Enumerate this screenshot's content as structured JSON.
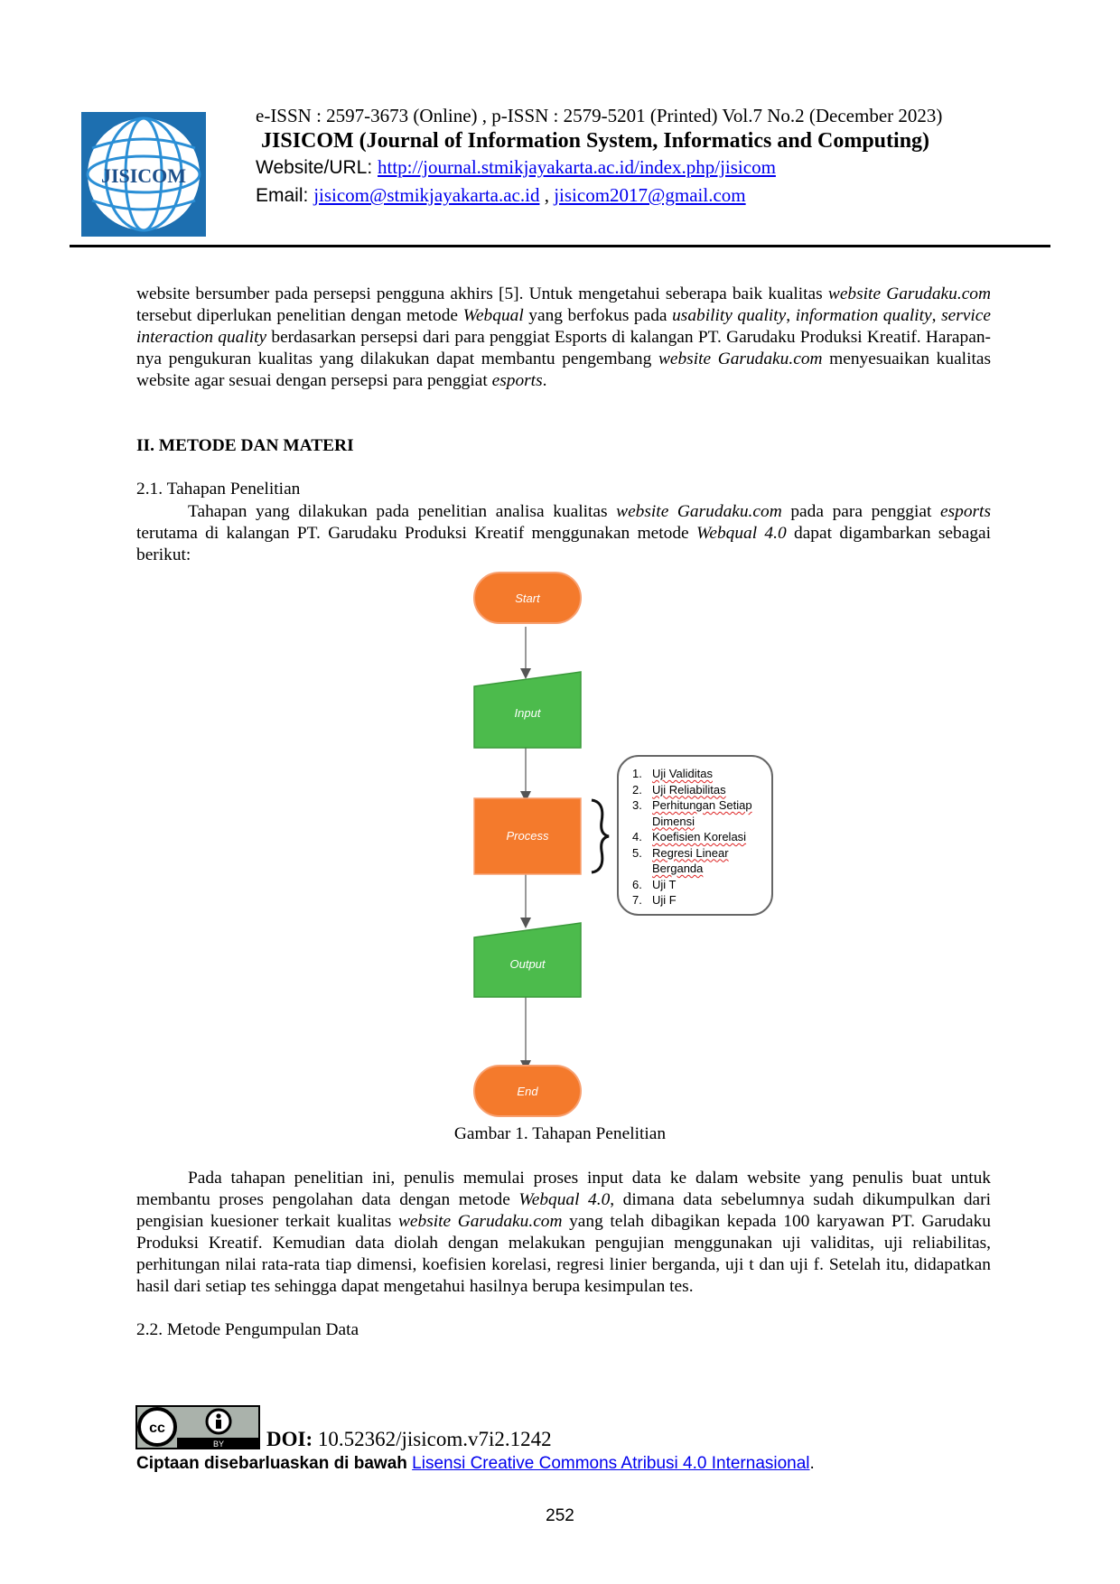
{
  "header": {
    "logo_text": "JISICOM",
    "issn_line": "e-ISSN : 2597-3673 (Online) , p-ISSN : 2579-5201 (Printed) Vol.7 No.2  (December 2023)",
    "journal_title": "JISICOM (Journal of Information System, Informatics and Computing)",
    "website_label": "Website/URL: ",
    "website_url": "http://journal.stmikjayakarta.ac.id/index.php/jisicom",
    "email_label": "Email: ",
    "email_1": "jisicom@stmikjayakarta.ac.id",
    "email_sep": " , ",
    "email_2": "jisicom2017@gmail.com"
  },
  "intro_paragraph": {
    "s1": "website bersumber pada persepsi pengguna akhirs [5]. Untuk mengetahui seberapa baik kualitas ",
    "i1": "website Garudaku.com",
    "s2": " tersebut diperlukan penelitian dengan metode ",
    "i2": "Webqual",
    "s3": " yang berfokus pada ",
    "i3": "usability quality",
    "s4": ", ",
    "i4": "information quality",
    "s5": ", ",
    "i5": "service interaction quality",
    "s6": " berdasarkan persepsi dari para penggiat Esports di kalangan PT. Garudaku Produksi Kreatif. Harapan-nya pengukuran kualitas yang dilakukan dapat membantu pengembang ",
    "i6": "website Garudaku.com",
    "s7": " menyesuaikan kualitas website agar sesuai dengan persepsi para penggiat ",
    "i7": "esports",
    "s8": "."
  },
  "section_heading": "II.   METODE DAN MATERI",
  "subsection_1": "2.1. Tahapan Penelitian",
  "method_paragraph": {
    "s1": "Tahapan yang dilakukan pada penelitian analisa kualitas ",
    "i1": "website Garudaku.com",
    "s2": " pada para penggiat ",
    "i2": "esports",
    "s3": " terutama di kalangan PT. Garudaku Produksi Kreatif menggunakan metode ",
    "i3": "Webqual 4.0",
    "s4": " dapat digambarkan sebagai berikut:"
  },
  "flowchart": {
    "nodes": {
      "start": "Start",
      "input": "Input",
      "process": "Process",
      "output": "Output",
      "end": "End"
    },
    "colors": {
      "orange": "#f47a2c",
      "green": "#4cbb4c",
      "box_border": "#666666"
    },
    "steps": [
      {
        "num": "1.",
        "text": "Uji Validitas"
      },
      {
        "num": "2.",
        "text": "Uji Reliabilitas"
      },
      {
        "num": "3.",
        "text": "Perhitungan Setiap Dimensi"
      },
      {
        "num": "4.",
        "text": "Koefisien Korelasi"
      },
      {
        "num": "5.",
        "text": "Regresi Linear Berganda"
      },
      {
        "num": "6.",
        "text": "Uji T"
      },
      {
        "num": "7.",
        "text": "Uji F"
      }
    ]
  },
  "figure_caption": "Gambar 1. Tahapan Penelitian",
  "process_paragraph": {
    "s1": "Pada tahapan penelitian ini, penulis memulai proses input data ke dalam website yang penulis buat untuk membantu proses pengolahan data dengan metode ",
    "i1": "Webqual 4.0",
    "s2": ", dimana data sebelumnya sudah dikumpulkan dari pengisian kuesioner terkait kualitas ",
    "i2": "website Garudaku.com",
    "s3": " yang telah dibagikan kepada 100 karyawan PT. Garudaku Produksi Kreatif. Kemudian data diolah dengan melakukan pengujian menggunakan uji validitas, uji reliabilitas, perhitungan nilai rata-rata tiap dimensi, koefisien korelasi, regresi linier berganda, uji t dan uji f. Setelah itu, didapatkan hasil dari setiap tes sehingga dapat mengetahui hasilnya berupa kesimpulan tes."
  },
  "subsection_2": "2.2. Metode Pengumpulan Data",
  "footer": {
    "cc_text": "cc",
    "by_text": "BY",
    "doi_label": "DOI:",
    "doi_value": " 10.52362/jisicom.v7i2.1242",
    "license_prefix": "Ciptaan disebarluaskan di bawah ",
    "license_link": "Lisensi Creative Commons Atribusi 4.0 Internasional",
    "license_suffix": ".",
    "page_number": "252"
  }
}
